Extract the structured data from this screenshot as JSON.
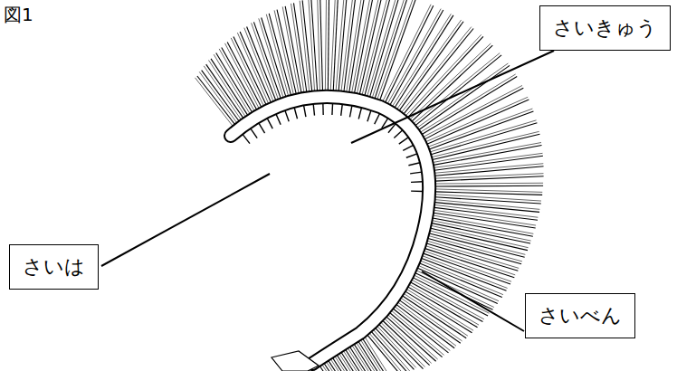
{
  "diagram": {
    "nodes": [
      {
        "text": [
          "さいきゅう"
        ]
      },
      {
        "text": [
          "さいは"
        ]
      },
      {
        "text": [
          "さいべん"
        ]
      }
    ],
    "labels": [
      "図1"
    ]
  }
}
